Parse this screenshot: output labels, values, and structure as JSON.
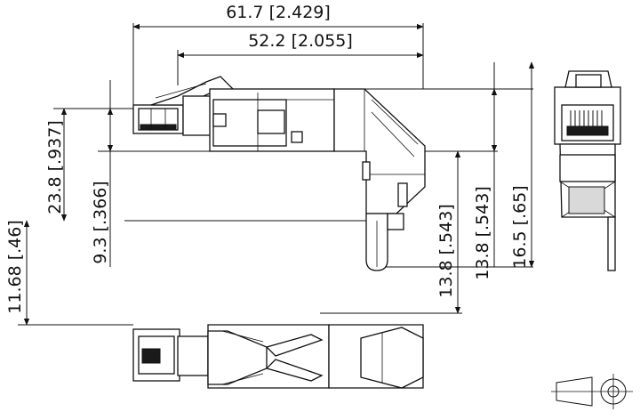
{
  "dimensions": {
    "overall_length": "61.7 [2.429]",
    "body_length": "52.2 [2.055]",
    "height_23_8": "23.8 [.937]",
    "height_9_3": "9.3 [.366]",
    "height_11_68": "11.68 [.46]",
    "height_13_8_a": "13.8 [.543]",
    "height_13_8_b": "13.8 [.543]",
    "height_16_5": "16.5 [.65]"
  },
  "views": [
    "side-view",
    "end-view",
    "top-view",
    "projection-symbol"
  ]
}
